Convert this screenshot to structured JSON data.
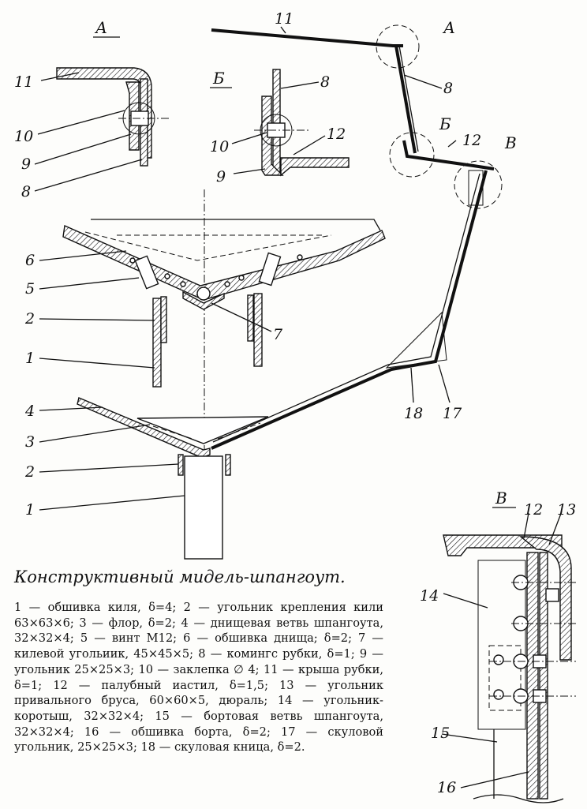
{
  "detail_marks": {
    "a_top": "А",
    "b_top": "Б",
    "v_bottom": "В",
    "a_circle": "А",
    "b_circle": "Б",
    "v_circle": "В"
  },
  "numbers": {
    "n1": "1",
    "n2": "2",
    "n3": "3",
    "n4": "4",
    "n5": "5",
    "n6": "6",
    "n7": "7",
    "n8": "8",
    "n9": "9",
    "n10": "10",
    "n11": "11",
    "n12": "12",
    "n13": "13",
    "n14": "14",
    "n15": "15",
    "n16": "16",
    "n17": "17",
    "n18": "18"
  },
  "caption": {
    "title": "Конструктивный мидель-шпангоут.",
    "text": "1 — обшивка киля, δ=4; 2 — угольник крепления кили 63×63×6; 3 — флор, δ=2; 4 — днищевая ветвь шпангоута, 32×32×4; 5 — винт М12; 6 — обшивка днища; δ=2; 7 — килевой угольиик, 45×45×5; 8 — комингс рубки, δ=1; 9 — угольник 25×25×3; 10 — заклепка ∅ 4; 11 — крыша рубки, δ=1; 12 — палубный иастил, δ=1,5; 13 — угольник привального бруса, 60×60×5, дюраль; 14 — угольник-коротыш, 32×32×4; 15 — бортовая ветвь шпангоута, 32×32×4; 16 — обшивка борта, δ=2; 17 — скуловой угольник, 25×25×3; 18 — скуловая кница, δ=2."
  }
}
